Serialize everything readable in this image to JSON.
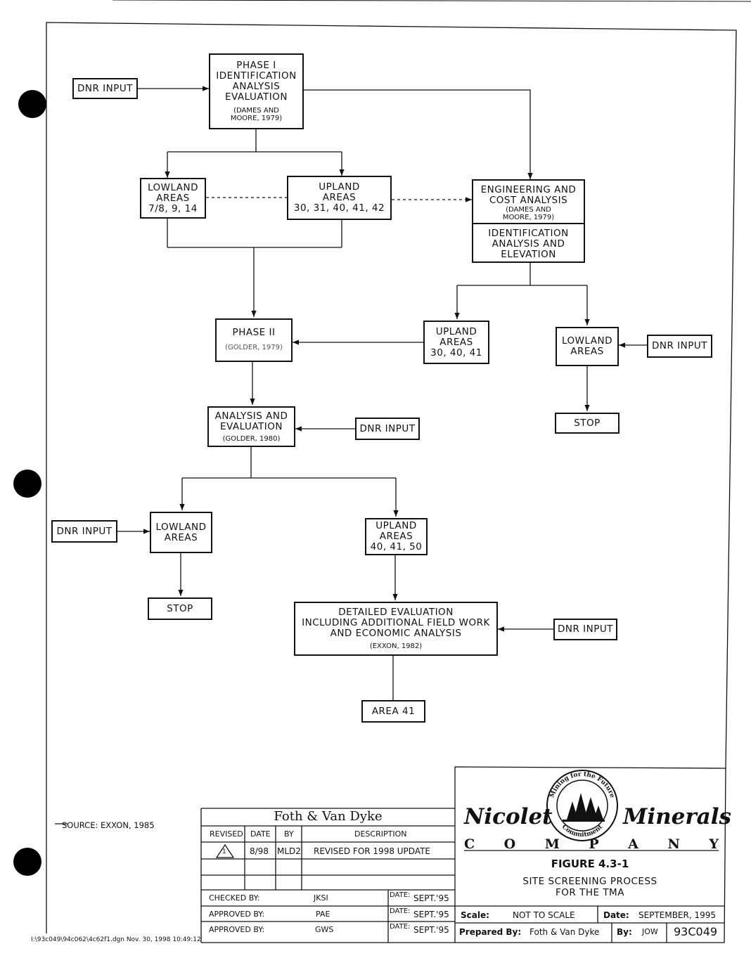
{
  "nodes": {
    "phase1": {
      "lines": [
        "PHASE I",
        "IDENTIFICATION",
        "ANALYSIS",
        "EVALUATION"
      ],
      "sub": [
        "(DAMES AND",
        "MOORE, 1979)"
      ]
    },
    "dnr1": "DNR INPUT",
    "lowland1": [
      "LOWLAND",
      "AREAS",
      "7/8, 9, 14"
    ],
    "upland1": [
      "UPLAND",
      "AREAS",
      "30, 31, 40, 41, 42"
    ],
    "engineering": {
      "lines": [
        "ENGINEERING AND",
        "COST ANALYSIS"
      ],
      "sub": [
        "(DAMES AND",
        "MOORE, 1979)"
      ],
      "lower": [
        "IDENTIFICATION",
        "ANALYSIS AND",
        "ELEVATION"
      ]
    },
    "phase2": {
      "title": "PHASE II",
      "sub": "(GOLDER, 1979)"
    },
    "upland2": [
      "UPLAND",
      "AREAS",
      "30, 40, 41"
    ],
    "lowland2": [
      "LOWLAND",
      "AREAS"
    ],
    "dnr2": "DNR INPUT",
    "stop1": "STOP",
    "analysis": {
      "lines": [
        "ANALYSIS AND",
        "EVALUATION"
      ],
      "sub": "(GOLDER, 1980)"
    },
    "dnr3": "DNR INPUT",
    "dnr4": "DNR INPUT",
    "lowland3": [
      "LOWLAND",
      "AREAS"
    ],
    "upland3": [
      "UPLAND",
      "AREAS",
      "40, 41, 50"
    ],
    "stop2": "STOP",
    "detailed": {
      "lines": [
        "DETAILED EVALUATION",
        "INCLUDING ADDITIONAL FIELD WORK",
        "AND ECONOMIC ANALYSIS"
      ],
      "sub": "(EXXON, 1982)"
    },
    "dnr5": "DNR INPUT",
    "area41": "AREA 41"
  },
  "source_note": "SOURCE: EXXON, 1985",
  "revision_block": {
    "firm": "Foth & Van Dyke",
    "headers": [
      "REVISED",
      "DATE",
      "BY",
      "DESCRIPTION"
    ],
    "rows": [
      {
        "revised": "1",
        "date": "8/98",
        "by": "MLD2",
        "description": "REVISED FOR 1998 UPDATE"
      }
    ],
    "checked_label": "CHECKED BY:",
    "checked_by": "JKSI",
    "approved_label": "APPROVED BY:",
    "approved_by_1": "PAE",
    "approved_by_2": "GWS",
    "date_label": "DATE:",
    "date_value": "SEPT.'95"
  },
  "company": {
    "name_left": "Nicolet",
    "name_right": "Minerals",
    "company_word": [
      "C",
      "O",
      "M",
      "P",
      "A",
      "N",
      "Y"
    ],
    "seal_top": "Mining for the Future",
    "seal_bottom": "Commitment"
  },
  "figure": {
    "number": "FIGURE 4.3-1",
    "title_lines": [
      "SITE SCREENING PROCESS",
      "FOR THE TMA"
    ],
    "scale_label": "Scale:",
    "scale_value": "NOT TO SCALE",
    "date_label": "Date:",
    "date_value": "SEPTEMBER, 1995",
    "prepared_label": "Prepared By:",
    "prepared_by": "Foth & Van Dyke",
    "by_label": "By:",
    "by_value": "JOW",
    "drawing_number": "93C049"
  },
  "file_path": "I:\\93c049\\94c062\\4c62f1.dgn  Nov. 30, 1998  10:49:12",
  "colors": {
    "ink": "#111111",
    "hole": "#000000",
    "paper": "#ffffff"
  }
}
